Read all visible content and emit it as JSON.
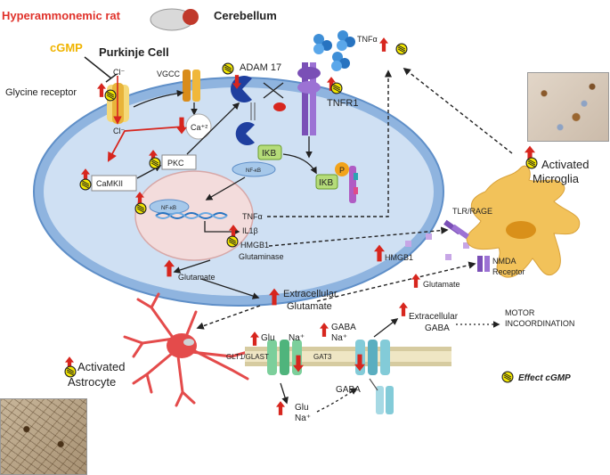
{
  "header": {
    "model": "Hyperammonemic rat",
    "region": "Cerebellum",
    "molecule": "cGMP",
    "cell": "Purkinje Cell"
  },
  "labels": {
    "cl_out": "Cl⁻",
    "cl_in": "Cl⁻",
    "glycine_receptor": "Glycine receptor",
    "vgcc": "VGCC",
    "ca": "Ca⁺²",
    "camkii": "CaMKII",
    "pkc": "PKC",
    "adam17": "ADAM 17",
    "tnfr1": "TNFR1",
    "tnfa_top": "TNFα",
    "ikb1": "IKB",
    "ikb2": "IKB",
    "nfkb1": "NF-κB",
    "nfkb2": "NF-κB",
    "p": "P",
    "tnfa_nuc": "TNFα",
    "il1b": "IL1β",
    "hmgb1_nuc": "HMGB1",
    "glutaminase": "Glutaminase",
    "glutamate_in": "Glutamate",
    "extra_glutamate_1": "Extracellular",
    "extra_glutamate_2": "Glutamate",
    "hmgb1_mid": "HMGB1",
    "glutamate_mid": "Glutamate",
    "tlr_rage": "TLR/RAGE",
    "nmda_1": "NMDA",
    "nmda_2": "Receptor",
    "act_microglia_1": "Activated",
    "act_microglia_2": "Microglia",
    "act_astro_1": "Activated",
    "act_astro_2": "Astrocyte",
    "glu_top": "Glu",
    "na_top": "Na⁺",
    "gaba_top": "GABA",
    "na_gaba": "Na⁺",
    "glt1": "GLT1/GLAST",
    "gat3": "GAT3",
    "gaba_bottom": "GABA",
    "glu_bottom": "Glu",
    "na_bottom": "Na⁺",
    "extra_gaba_1": "Extracellular",
    "extra_gaba_2": "GABA",
    "motor_1": "MOTOR",
    "motor_2": "INCOORDINATION",
    "legend": "Effect cGMP"
  },
  "colors": {
    "cell_outer": "#8fb4df",
    "cell_inner": "#cfe0f3",
    "nucleus": "#f3dcdc",
    "up_arrow": "#d7261e",
    "cgmp_badge": "#f2e600",
    "microglia": "#f2c25a",
    "astrocyte": "#e44b4b",
    "title_red": "#e0322b",
    "cgmp_yellow": "#f0b400"
  }
}
